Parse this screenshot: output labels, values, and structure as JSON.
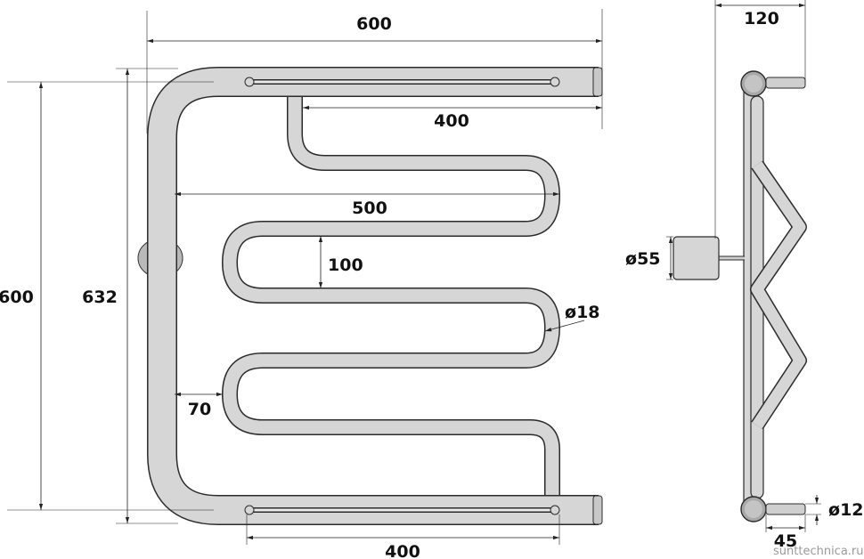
{
  "colors": {
    "pipe_fill": "#d6d6d6",
    "pipe_outline": "#2b2b2b",
    "line": "#222222",
    "text": "#111111",
    "watermark": "#9a9a9a"
  },
  "dimensions": {
    "overall_width": "600",
    "connection_spacing": "400",
    "inner_width": "500",
    "loop_pitch": "100",
    "tube_diameter": "18",
    "side_gap": "70",
    "bottom_spacing": "400",
    "outer_height": "600",
    "total_height": "632",
    "depth": "120",
    "flange_diameter": "55",
    "nipple_diameter": "12",
    "nipple_length": "45"
  },
  "diameter_symbol": "ø",
  "watermark": "sunttechnica.ru"
}
